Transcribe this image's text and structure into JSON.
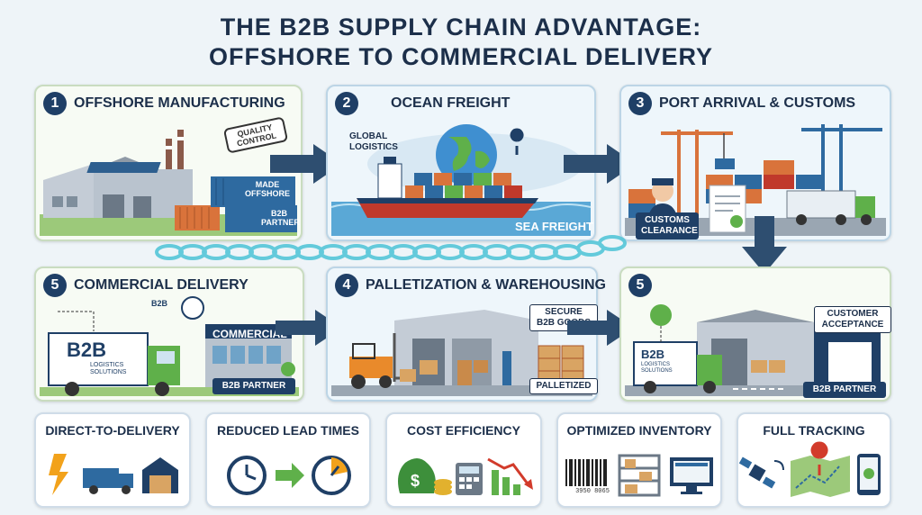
{
  "title": {
    "line1": "THE B2B SUPPLY CHAIN ADVANTAGE:",
    "line2": "OFFSHORE TO COMMERCIAL DELIVERY"
  },
  "steps": [
    {
      "num": "1",
      "title": "OFFSHORE MANUFACTURING",
      "stamp": "QUALITY CONTROL",
      "container1": "MADE OFFSHORE",
      "container2": "B2B PARTNER"
    },
    {
      "num": "2",
      "title": "OCEAN FREIGHT",
      "globe_label": "GLOBAL LOGISTICS",
      "caption": "SEA FREIGHT"
    },
    {
      "num": "3",
      "title": "PORT ARRIVAL & CUSTOMS",
      "badge": "CUSTOMS CLEARANCE"
    },
    {
      "num": "4",
      "title": "PALLETIZATION & WAREHOUSING",
      "sign": "SECURE B2B GOODS",
      "badge": "PALLETIZED"
    },
    {
      "num": "5",
      "title": "COMMERCIAL DELIVERY",
      "truck_logo": "B2B",
      "truck_sub": "LOGISTICS SOLUTIONS",
      "bubble": "B2B",
      "building": "COMMERCIAL",
      "banner": "B2B PARTNER"
    },
    {
      "num": "5",
      "sign": "CUSTOMER ACCEPTANCE",
      "truck_logo": "B2B",
      "truck_sub": "LOGISTICS SOLUTIONS",
      "banner": "B2B PARTNER"
    }
  ],
  "benefits": [
    {
      "label": "DIRECT-TO-DELIVERY"
    },
    {
      "label": "REDUCED LEAD TIMES"
    },
    {
      "label": "COST EFFICIENCY"
    },
    {
      "label": "OPTIMIZED INVENTORY",
      "barcode": "3950 8065"
    },
    {
      "label": "FULL TRACKING"
    }
  ],
  "colors": {
    "navy": "#1f3f66",
    "accent": "#2e5f8f",
    "container_orange": "#d9733b",
    "container_blue": "#2e6aa0",
    "green": "#6ab04c"
  }
}
